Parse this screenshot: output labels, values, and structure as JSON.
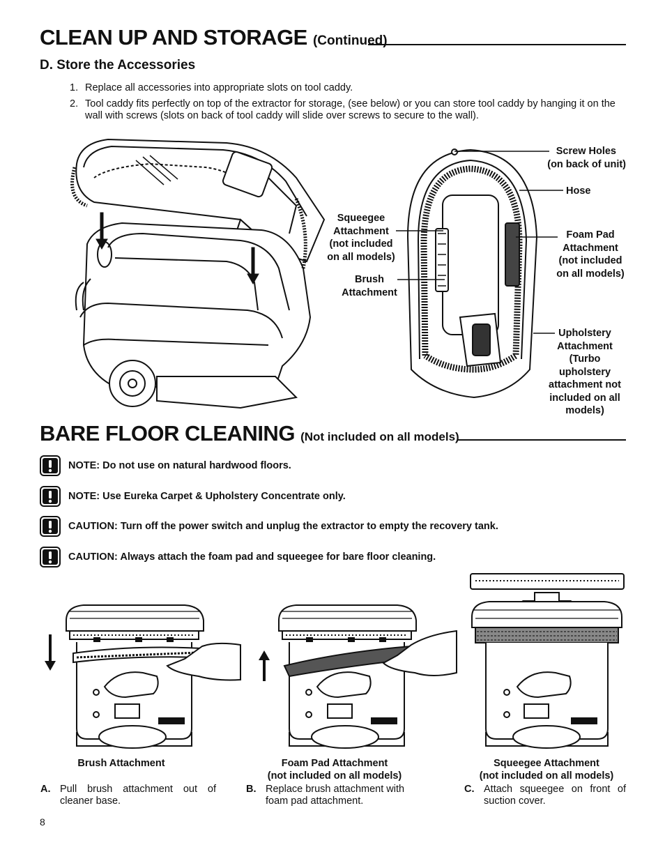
{
  "section1": {
    "title": "CLEAN UP AND STORAGE",
    "title_suffix": "(Continued)",
    "subheading": "D.  Store the Accessories",
    "steps": [
      {
        "num": "1.",
        "text": "Replace all accessories into appropriate slots on tool caddy."
      },
      {
        "num": "2.",
        "text": "Tool caddy fits perfectly on top of the extractor for storage, (see below) or you can store tool caddy by hanging it on the wall with screws (slots on back of tool caddy will slide over screws to secure to the wall)."
      }
    ],
    "callouts": {
      "screw_holes": [
        "Screw Holes",
        "(on back of unit)"
      ],
      "hose": [
        "Hose"
      ],
      "squeegee": [
        "Squeegee",
        "Attachment",
        "(not included",
        "on all models)"
      ],
      "brush": [
        "Brush",
        "Attachment"
      ],
      "foam_pad": [
        "Foam Pad",
        "Attachment",
        "(not included",
        "on all models)"
      ],
      "upholstery": [
        "Upholstery",
        "Attachment",
        "(Turbo",
        "upholstery",
        "attachment not",
        "included on all",
        "models)"
      ]
    }
  },
  "section2": {
    "title": "BARE FLOOR CLEANING",
    "title_suffix": "(Not included on all models)",
    "notes": [
      "NOTE: Do not use on natural hardwood floors.",
      "NOTE: Use Eureka Carpet & Upholstery Concentrate only.",
      "CAUTION:  Turn off the power switch and unplug the extractor to empty the recovery tank.",
      "CAUTION:  Always attach the foam pad and squeegee for bare floor cleaning."
    ],
    "figures": [
      {
        "caption": [
          "Brush Attachment"
        ],
        "letter": "A.",
        "text": "Pull brush attachment out of cleaner base."
      },
      {
        "caption": [
          "Foam Pad Attachment",
          "(not included on all models)"
        ],
        "letter": "B.",
        "text": "Replace brush attachment with foam pad attachment."
      },
      {
        "caption": [
          "Squeegee Attachment",
          "(not included on all models)"
        ],
        "letter": "C.",
        "text": "Attach squeegee on front of suction cover."
      }
    ]
  },
  "page_number": "8"
}
